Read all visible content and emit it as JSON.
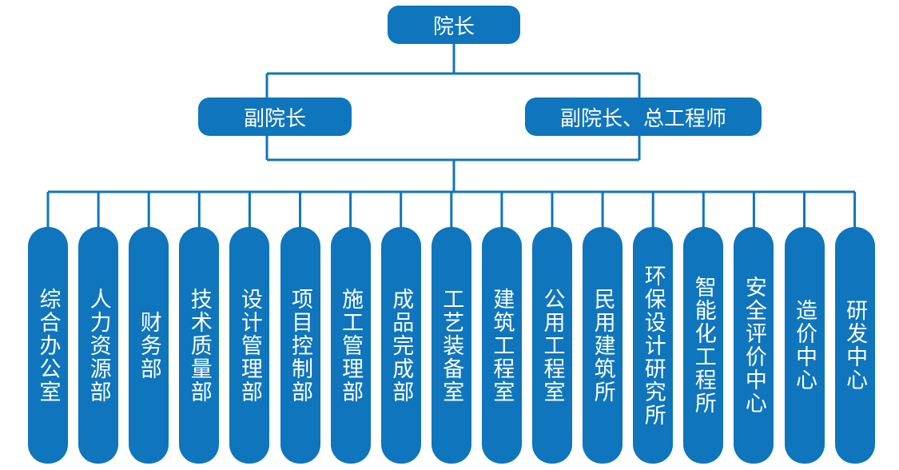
{
  "colors": {
    "node_fill": "#0f75bd",
    "line": "#0f75bd",
    "text": "#ffffff"
  },
  "top": {
    "label": "院长"
  },
  "deputies": [
    {
      "label": "副院长"
    },
    {
      "label": "副院长、总工程师"
    }
  ],
  "departments": [
    {
      "label": "综合办公室"
    },
    {
      "label": "人力资源部"
    },
    {
      "label": "财务部"
    },
    {
      "label": "技术质量部"
    },
    {
      "label": "设计管理部"
    },
    {
      "label": "项目控制部"
    },
    {
      "label": "施工管理部"
    },
    {
      "label": "成品完成部"
    },
    {
      "label": "工艺装备室"
    },
    {
      "label": "建筑工程室"
    },
    {
      "label": "公用工程室"
    },
    {
      "label": "民用建筑所"
    },
    {
      "label": "环保设计研究所"
    },
    {
      "label": "智能化工程所"
    },
    {
      "label": "安全评价中心"
    },
    {
      "label": "造价中心"
    },
    {
      "label": "研发中心"
    }
  ]
}
